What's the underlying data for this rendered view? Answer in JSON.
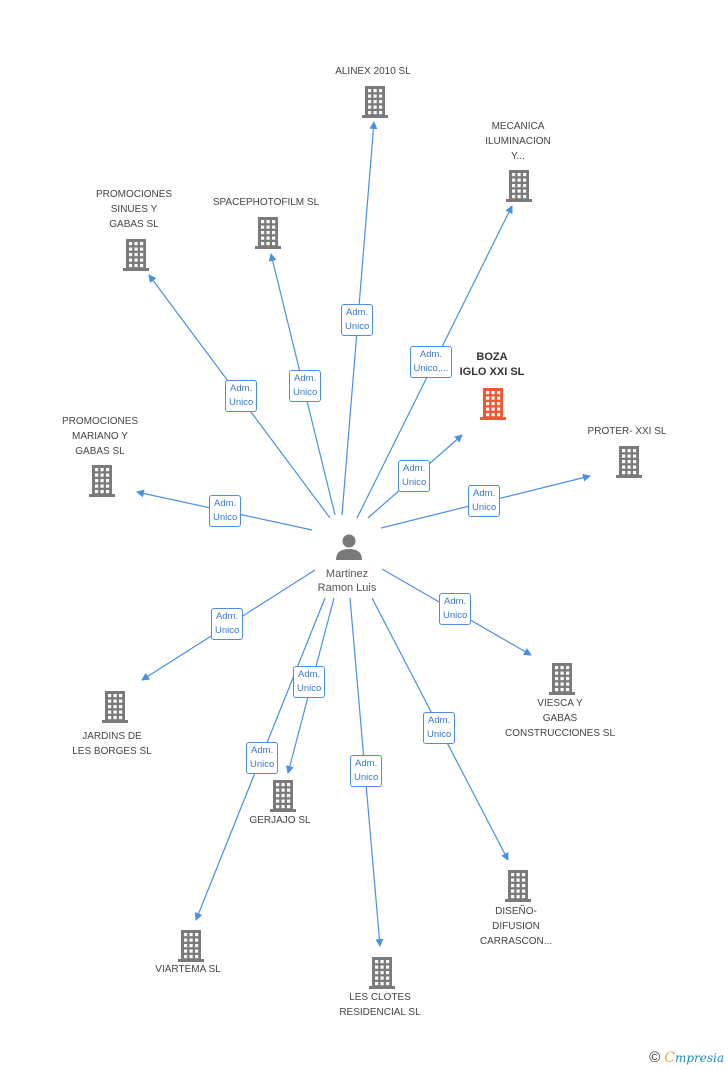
{
  "center": {
    "label": "Martinez\nRamon Luis",
    "icon": "person-icon"
  },
  "highlight_color": "#f0562f",
  "node_color": "#7a7a7a",
  "edge_color": "#4a90e2",
  "nodes": [
    {
      "id": "alinex",
      "label": "ALINEX 2010 SL",
      "role": "Adm.\nUnico"
    },
    {
      "id": "mecanica",
      "label": "MECANICA\nILUMINACION\nY...",
      "role": "Adm.\nUnico,..."
    },
    {
      "id": "sinues",
      "label": "PROMOCIONES\nSINUES Y\nGABAS SL",
      "role": "Adm.\nUnico"
    },
    {
      "id": "spacephoto",
      "label": "SPACEPHOTOFILM SL",
      "role": "Adm.\nUnico"
    },
    {
      "id": "boza",
      "label": "BOZA\nIGLO XXI SL",
      "role": "Adm.\nUnico",
      "highlight": true
    },
    {
      "id": "mariano",
      "label": "PROMOCIONES\nMARIANO Y\nGABAS SL",
      "role": "Adm.\nUnico"
    },
    {
      "id": "proter",
      "label": "PROTER- XXI SL",
      "role": "Adm.\nUnico"
    },
    {
      "id": "borges",
      "label": "JARDINS DE\nLES BORGES SL",
      "role": "Adm.\nUnico"
    },
    {
      "id": "viesca",
      "label": "VIESCA Y\nGABAS\nCONSTRUCCIONES SL",
      "role": "Adm.\nUnico"
    },
    {
      "id": "gerjajo",
      "label": "GERJAJO  SL",
      "role": "Adm.\nUnico"
    },
    {
      "id": "viartema",
      "label": "VIARTEMA SL",
      "role": "Adm.\nUnico"
    },
    {
      "id": "clotes",
      "label": "LES CLOTES\nRESIDENCIAL SL",
      "role": "Adm.\nUnico"
    },
    {
      "id": "disenio",
      "label": "DISEÑO-\nDIFUSION\nCARRASCON...",
      "role": "Adm.\nUnico"
    }
  ],
  "watermark": {
    "copyright": "©",
    "brand_first": "C",
    "brand_rest": "mpresia"
  }
}
